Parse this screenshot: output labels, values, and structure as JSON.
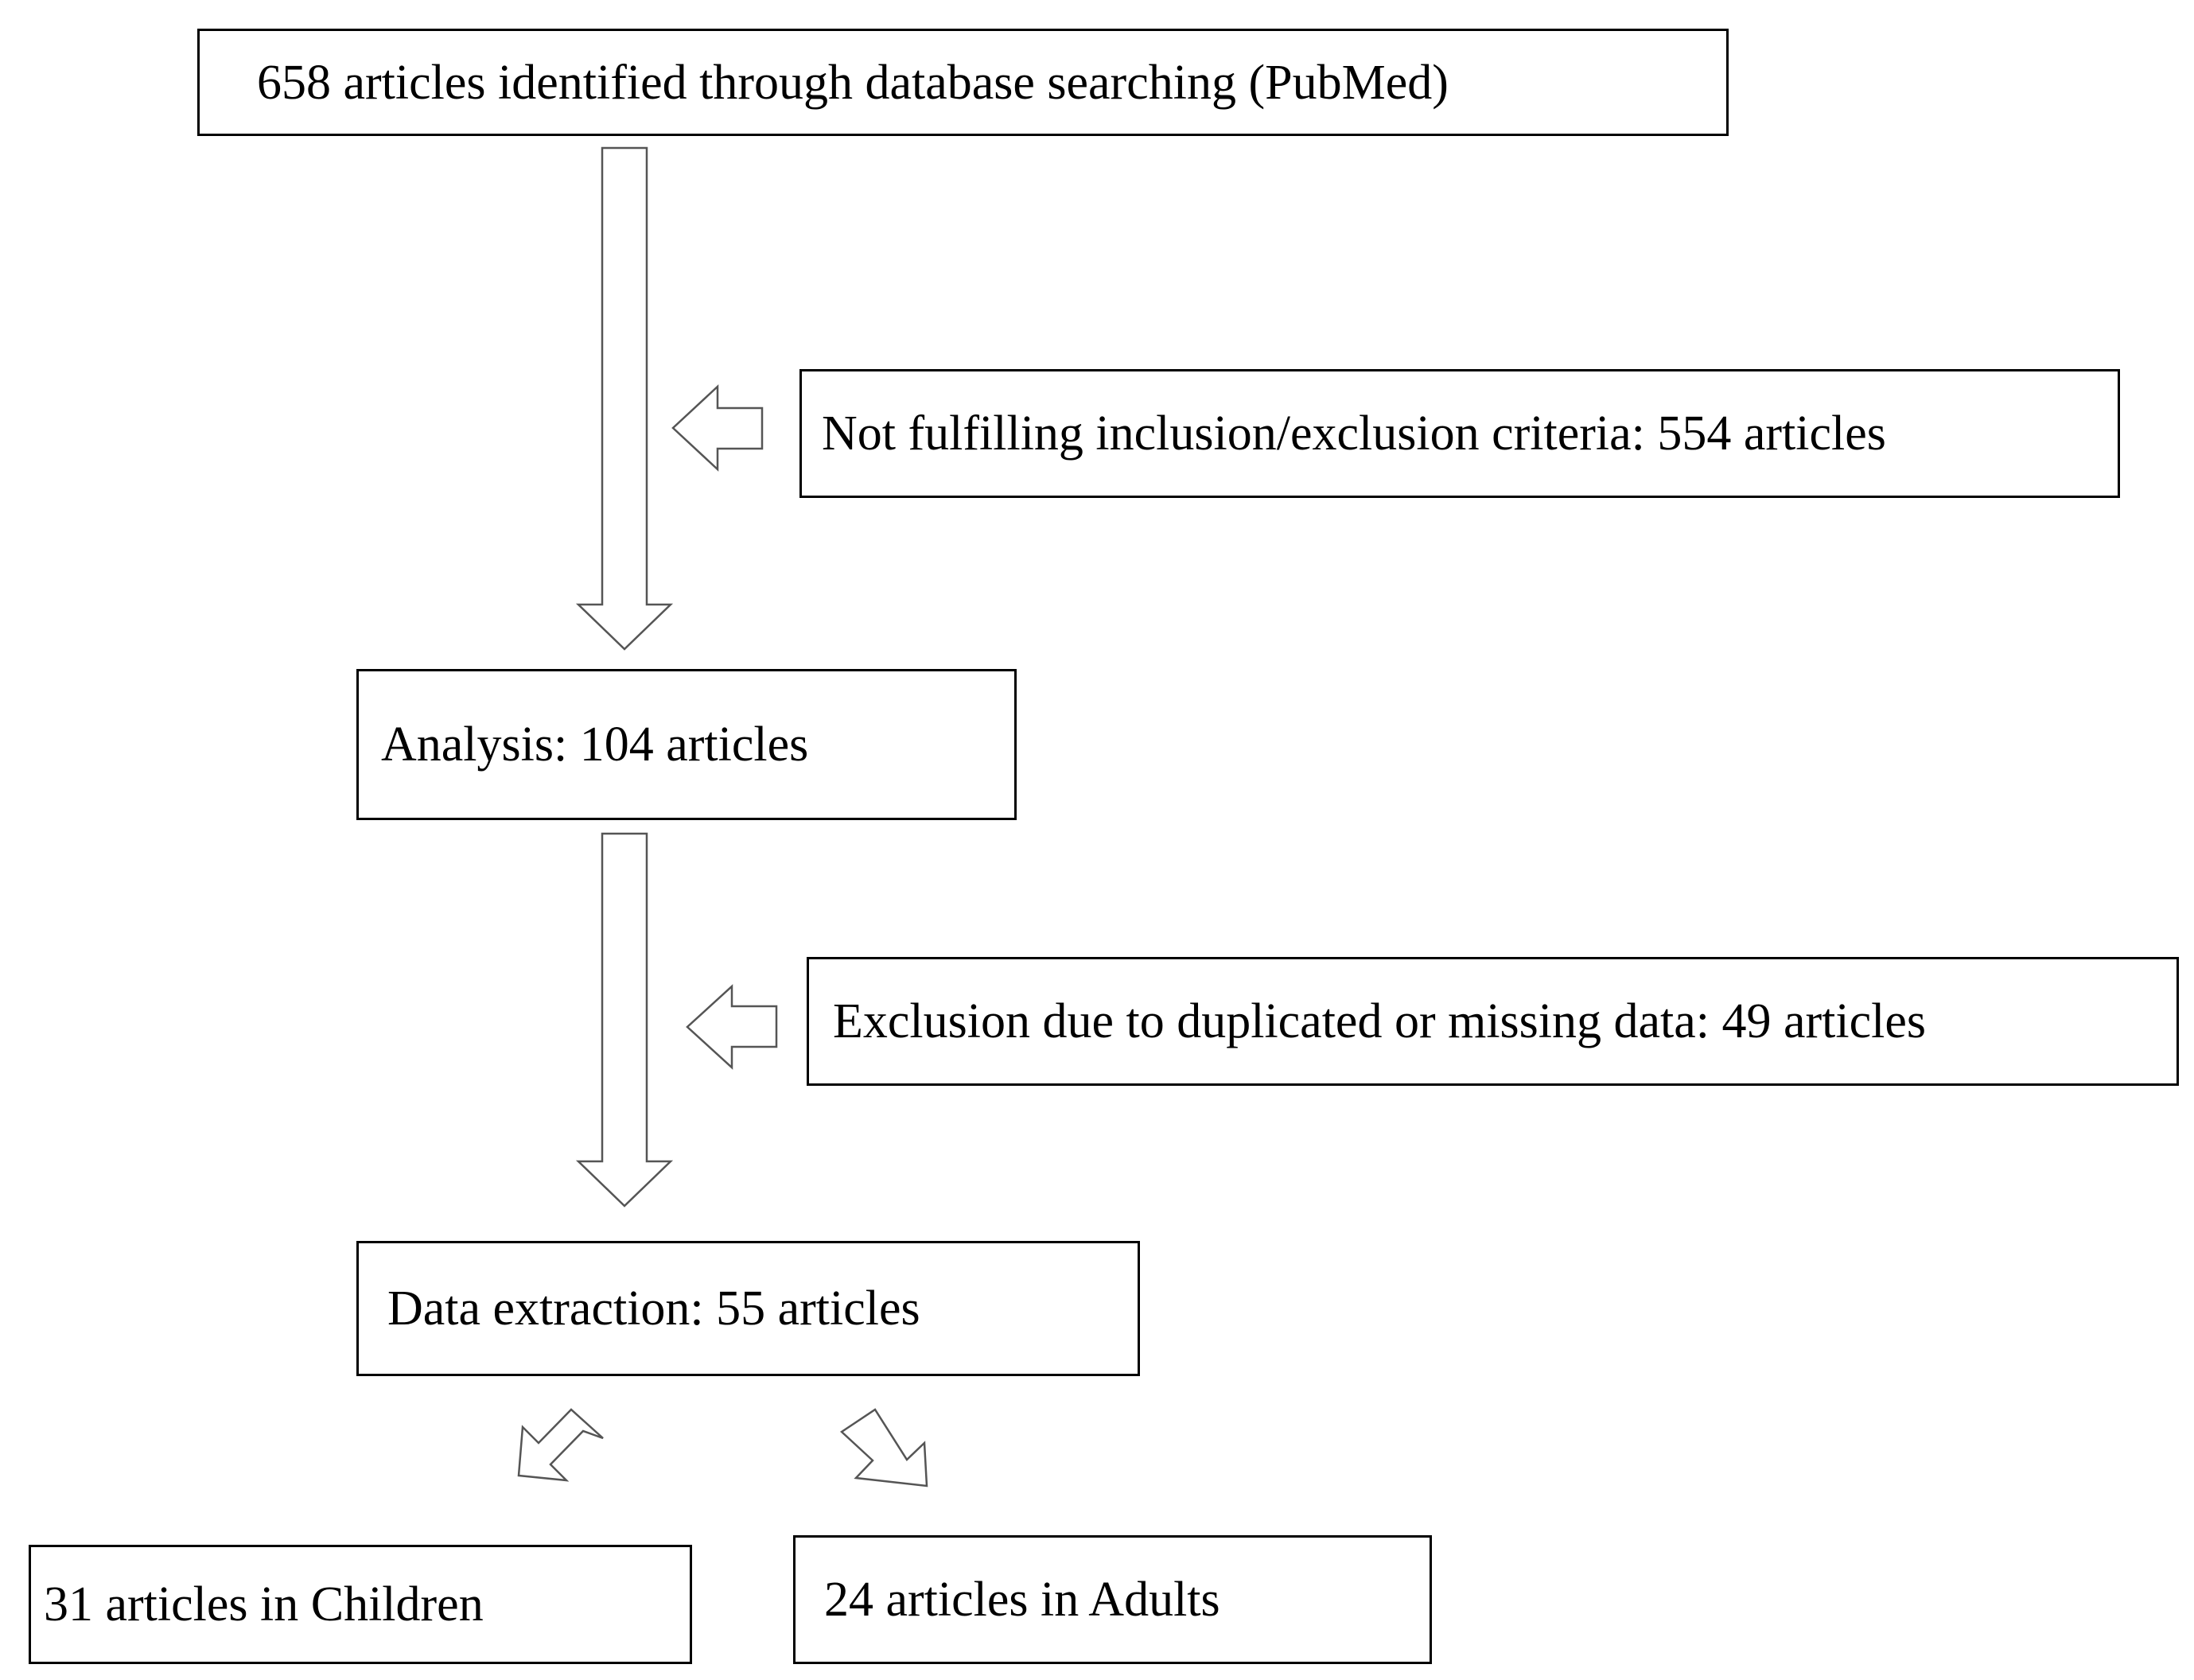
{
  "flowchart": {
    "identified": "658 articles identified through database searching (PubMed)",
    "excluded_criteria": "Not fulfilling inclusion/exclusion criteria: 554 articles",
    "analysis": "Analysis: 104 articles",
    "excluded_duplicates": "Exclusion due to duplicated or missing data: 49 articles",
    "data_extraction": "Data extraction: 55 articles",
    "children": "31 articles in Children",
    "adults": "24 articles in Adults"
  },
  "colors": {
    "box_border": "#000000",
    "arrow_outline": "#555555",
    "background": "#ffffff"
  }
}
